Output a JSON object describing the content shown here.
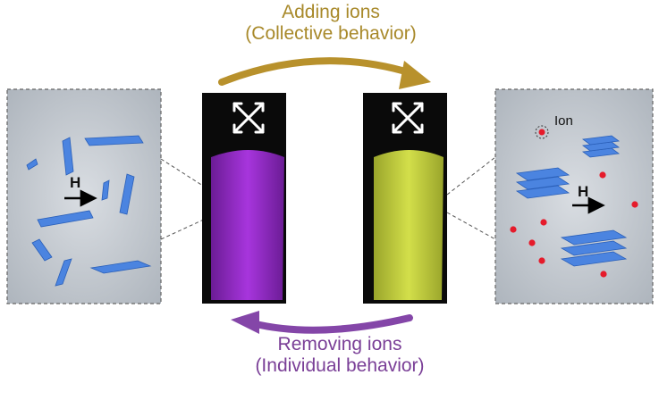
{
  "top_caption": {
    "line1": "Adding ions",
    "line2": "(Collective behavior)"
  },
  "bottom_caption": {
    "line1": "Removing ions",
    "line2": "(Individual behavior)"
  },
  "left_panel": {
    "field_label": "H"
  },
  "right_panel": {
    "field_label": "H",
    "ion_label": "Ion"
  },
  "colors": {
    "top_arrow": "#b8912c",
    "bottom_arrow": "#8446a8",
    "left_vial_liquid": "#9a2ccf",
    "right_vial_liquid": "#c5d13e",
    "platelet": "#4b84e0",
    "ion": "#e51b2b",
    "panel_bg": "#c9cfd6"
  },
  "icons": {
    "vial_crossed_arrows": "polarizer-crossed-arrows-icon",
    "field_arrow": "right-arrow-icon"
  }
}
